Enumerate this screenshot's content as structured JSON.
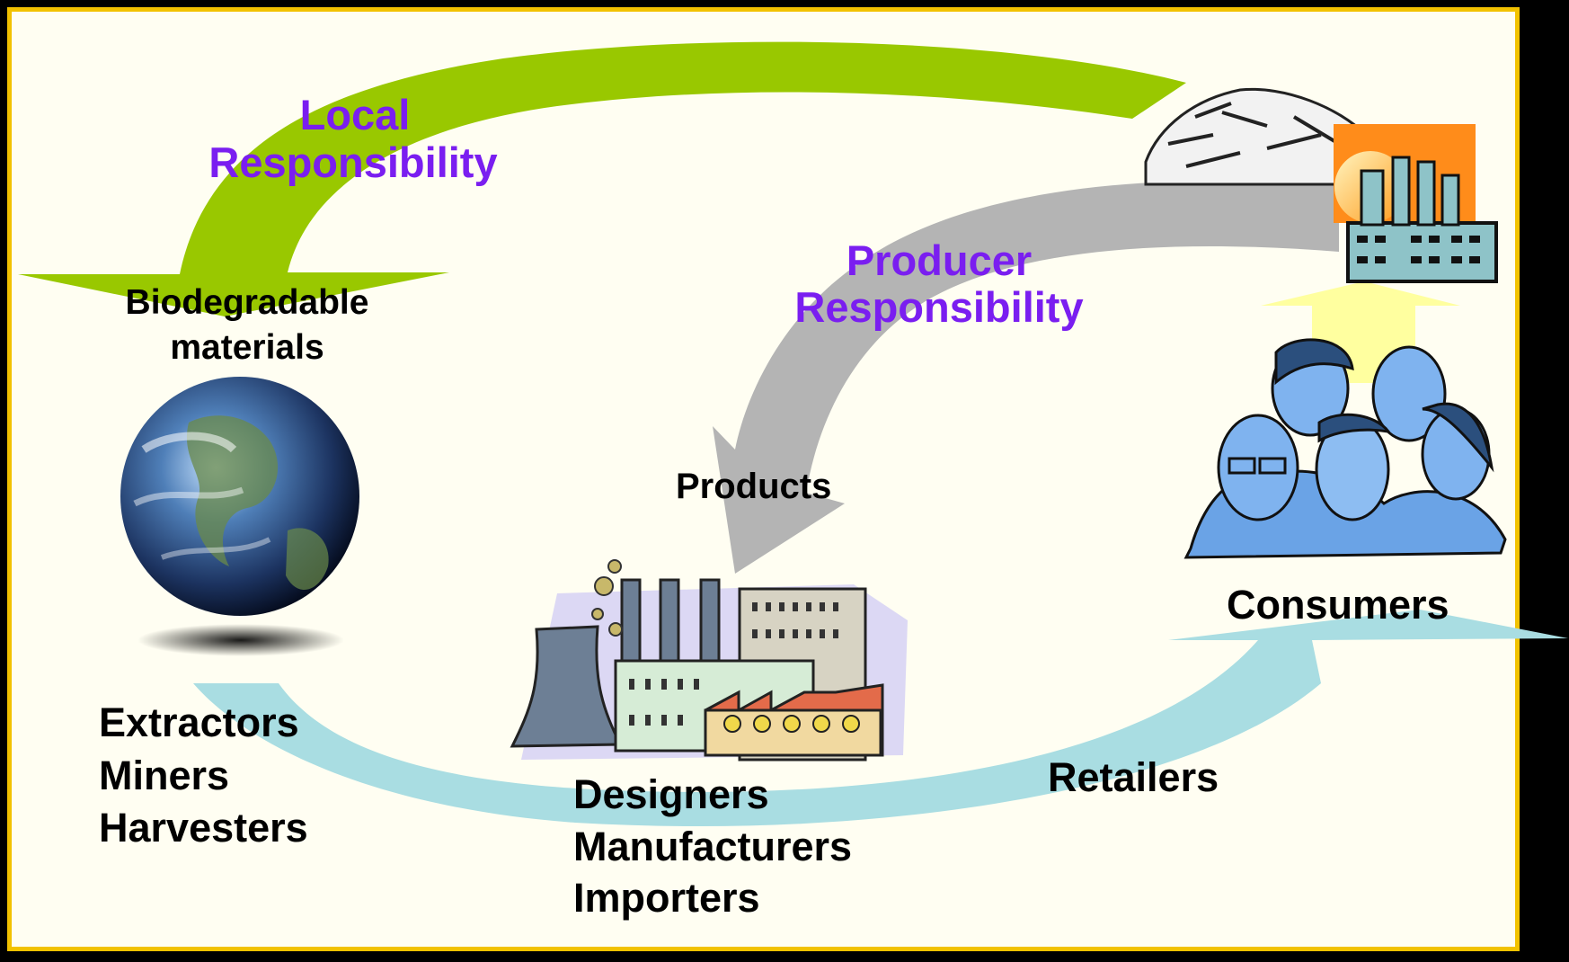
{
  "labels": {
    "local_responsibility": [
      "Local",
      "Responsibility"
    ],
    "producer_responsibility": [
      "Producer",
      "Responsibility"
    ],
    "biodegradable": [
      "Biodegradable",
      "materials"
    ],
    "products": "Products",
    "extractors": [
      "Extractors",
      "Miners",
      "Harvesters"
    ],
    "designers": [
      "Designers",
      "Manufacturers",
      "Importers"
    ],
    "retailers": "Retailers",
    "consumers": "Consumers"
  },
  "colors": {
    "frame": "#f2c200",
    "green_arrow": "#99c800",
    "gray_arrow": "#b4b4b4",
    "light_blue_arrow": "#a9dde2",
    "yellow_arrow": "#ffff9f",
    "title_purple": "#7a1ef0"
  },
  "icons": [
    "earth-icon",
    "industrial-factory-icon",
    "consumers-group-icon",
    "waste-pile-icon",
    "power-plant-icon"
  ]
}
